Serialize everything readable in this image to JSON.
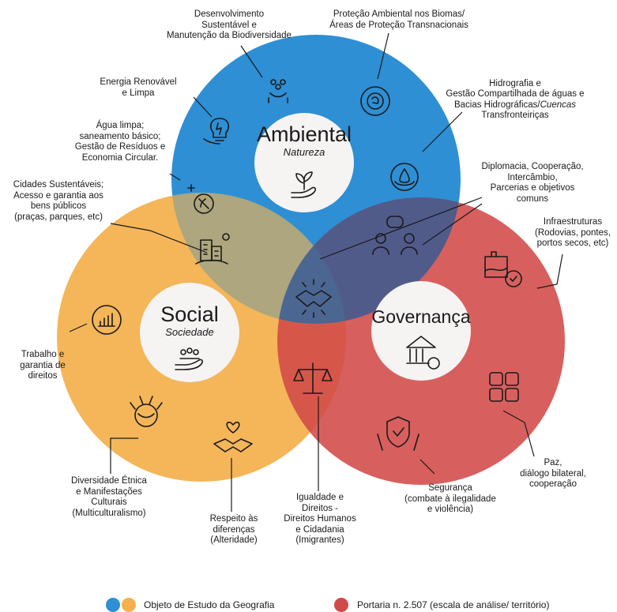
{
  "colors": {
    "ambiental": "#2e8fd4",
    "social": "#f3b04c",
    "governanca": "#d14a48",
    "inner_circle": "#f6f3f3",
    "line": "#1a1a1a"
  },
  "circles": {
    "ambiental": {
      "title": "Ambiental",
      "subtitle": "Natureza"
    },
    "social": {
      "title": "Social",
      "subtitle": "Sociedade"
    },
    "governanca": {
      "title": "Governança",
      "subtitle": ""
    }
  },
  "labels": {
    "desenvolvimento": "Desenvolvimento\nSustentável e\nManutenção da Biodiversidade",
    "protecao": "Proteção Ambiental nos Biomas/\nÁreas de Proteção Transnacionais",
    "hidrografia_1": "Hidrografia e\nGestão Compartilhada de águas e\nBacias Hidrográficas/",
    "hidrografia_italic": "Cuencas",
    "hidrografia_2": "Transfronteiriças",
    "energia": "Energia Renovável\ne Limpa",
    "agua": "Água limpa;\nsaneamento básico;\nGestão de Resíduos e\nEconomia Circular.",
    "cidades": "Cidades Sustentáveis;\nAcesso e garantia aos\nbens públicos\n(praças, parques, etc)",
    "diplomacia": "Diplomacia, Cooperação,\nIntercâmbio,\nParcerias e objetivos\ncomuns",
    "infraestruturas": "Infraestruturas\n(Rodovias, pontes,\nportos secos, etc)",
    "trabalho": "Trabalho e\ngarantia de\ndireitos",
    "diversidade": "Diversidade Étnica\ne Manifestações\nCulturais\n(Multiculturalismo)",
    "respeito": "Respeito às\ndiferenças\n(Alteridade)",
    "igualdade": "Igualdade e\nDireitos -\nDireitos Humanos\ne Cidadania\n(Imigrantes)",
    "seguranca": "Segurança\n(combate à ilegalidade\ne violência)",
    "paz": "Paz,\ndiálogo bilateral,\ncooperação"
  },
  "legend": {
    "item1": "Objeto de Estudo da Geografia",
    "item2": "Portaria n. 2.507 (escala de análise/ território)"
  },
  "icons": [
    "plant-hand-icon",
    "biodiversity-icon",
    "recycle-globe-icon",
    "water-hands-icon",
    "lightbulb-icon",
    "water-drop-icon",
    "sustainable-city-icon",
    "meeting-people-icon",
    "handshake-icon",
    "infrastructure-icon",
    "chart-growth-icon",
    "community-hand-icon",
    "diversity-icon",
    "heart-handshake-icon",
    "scales-icon",
    "shield-hands-icon",
    "institution-gear-icon",
    "united-hands-icon"
  ]
}
